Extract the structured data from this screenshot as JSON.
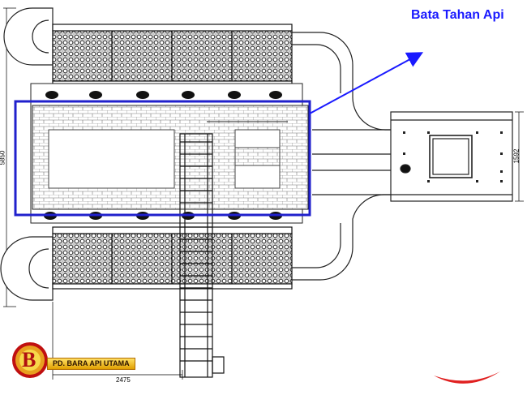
{
  "callout": {
    "label": "Bata Tahan Api",
    "color": "#1a1aff"
  },
  "dimensions": {
    "left_height": "5850",
    "bottom_width": "2475",
    "right_height": "1592"
  },
  "logo": {
    "letter": "B",
    "text": "PD. BARA API UTAMA",
    "icon": "flame-b-logo-icon"
  },
  "colors": {
    "highlight": "#2020cc",
    "line": "#222222",
    "mesh": "#333333",
    "swoosh": "#e02020"
  }
}
